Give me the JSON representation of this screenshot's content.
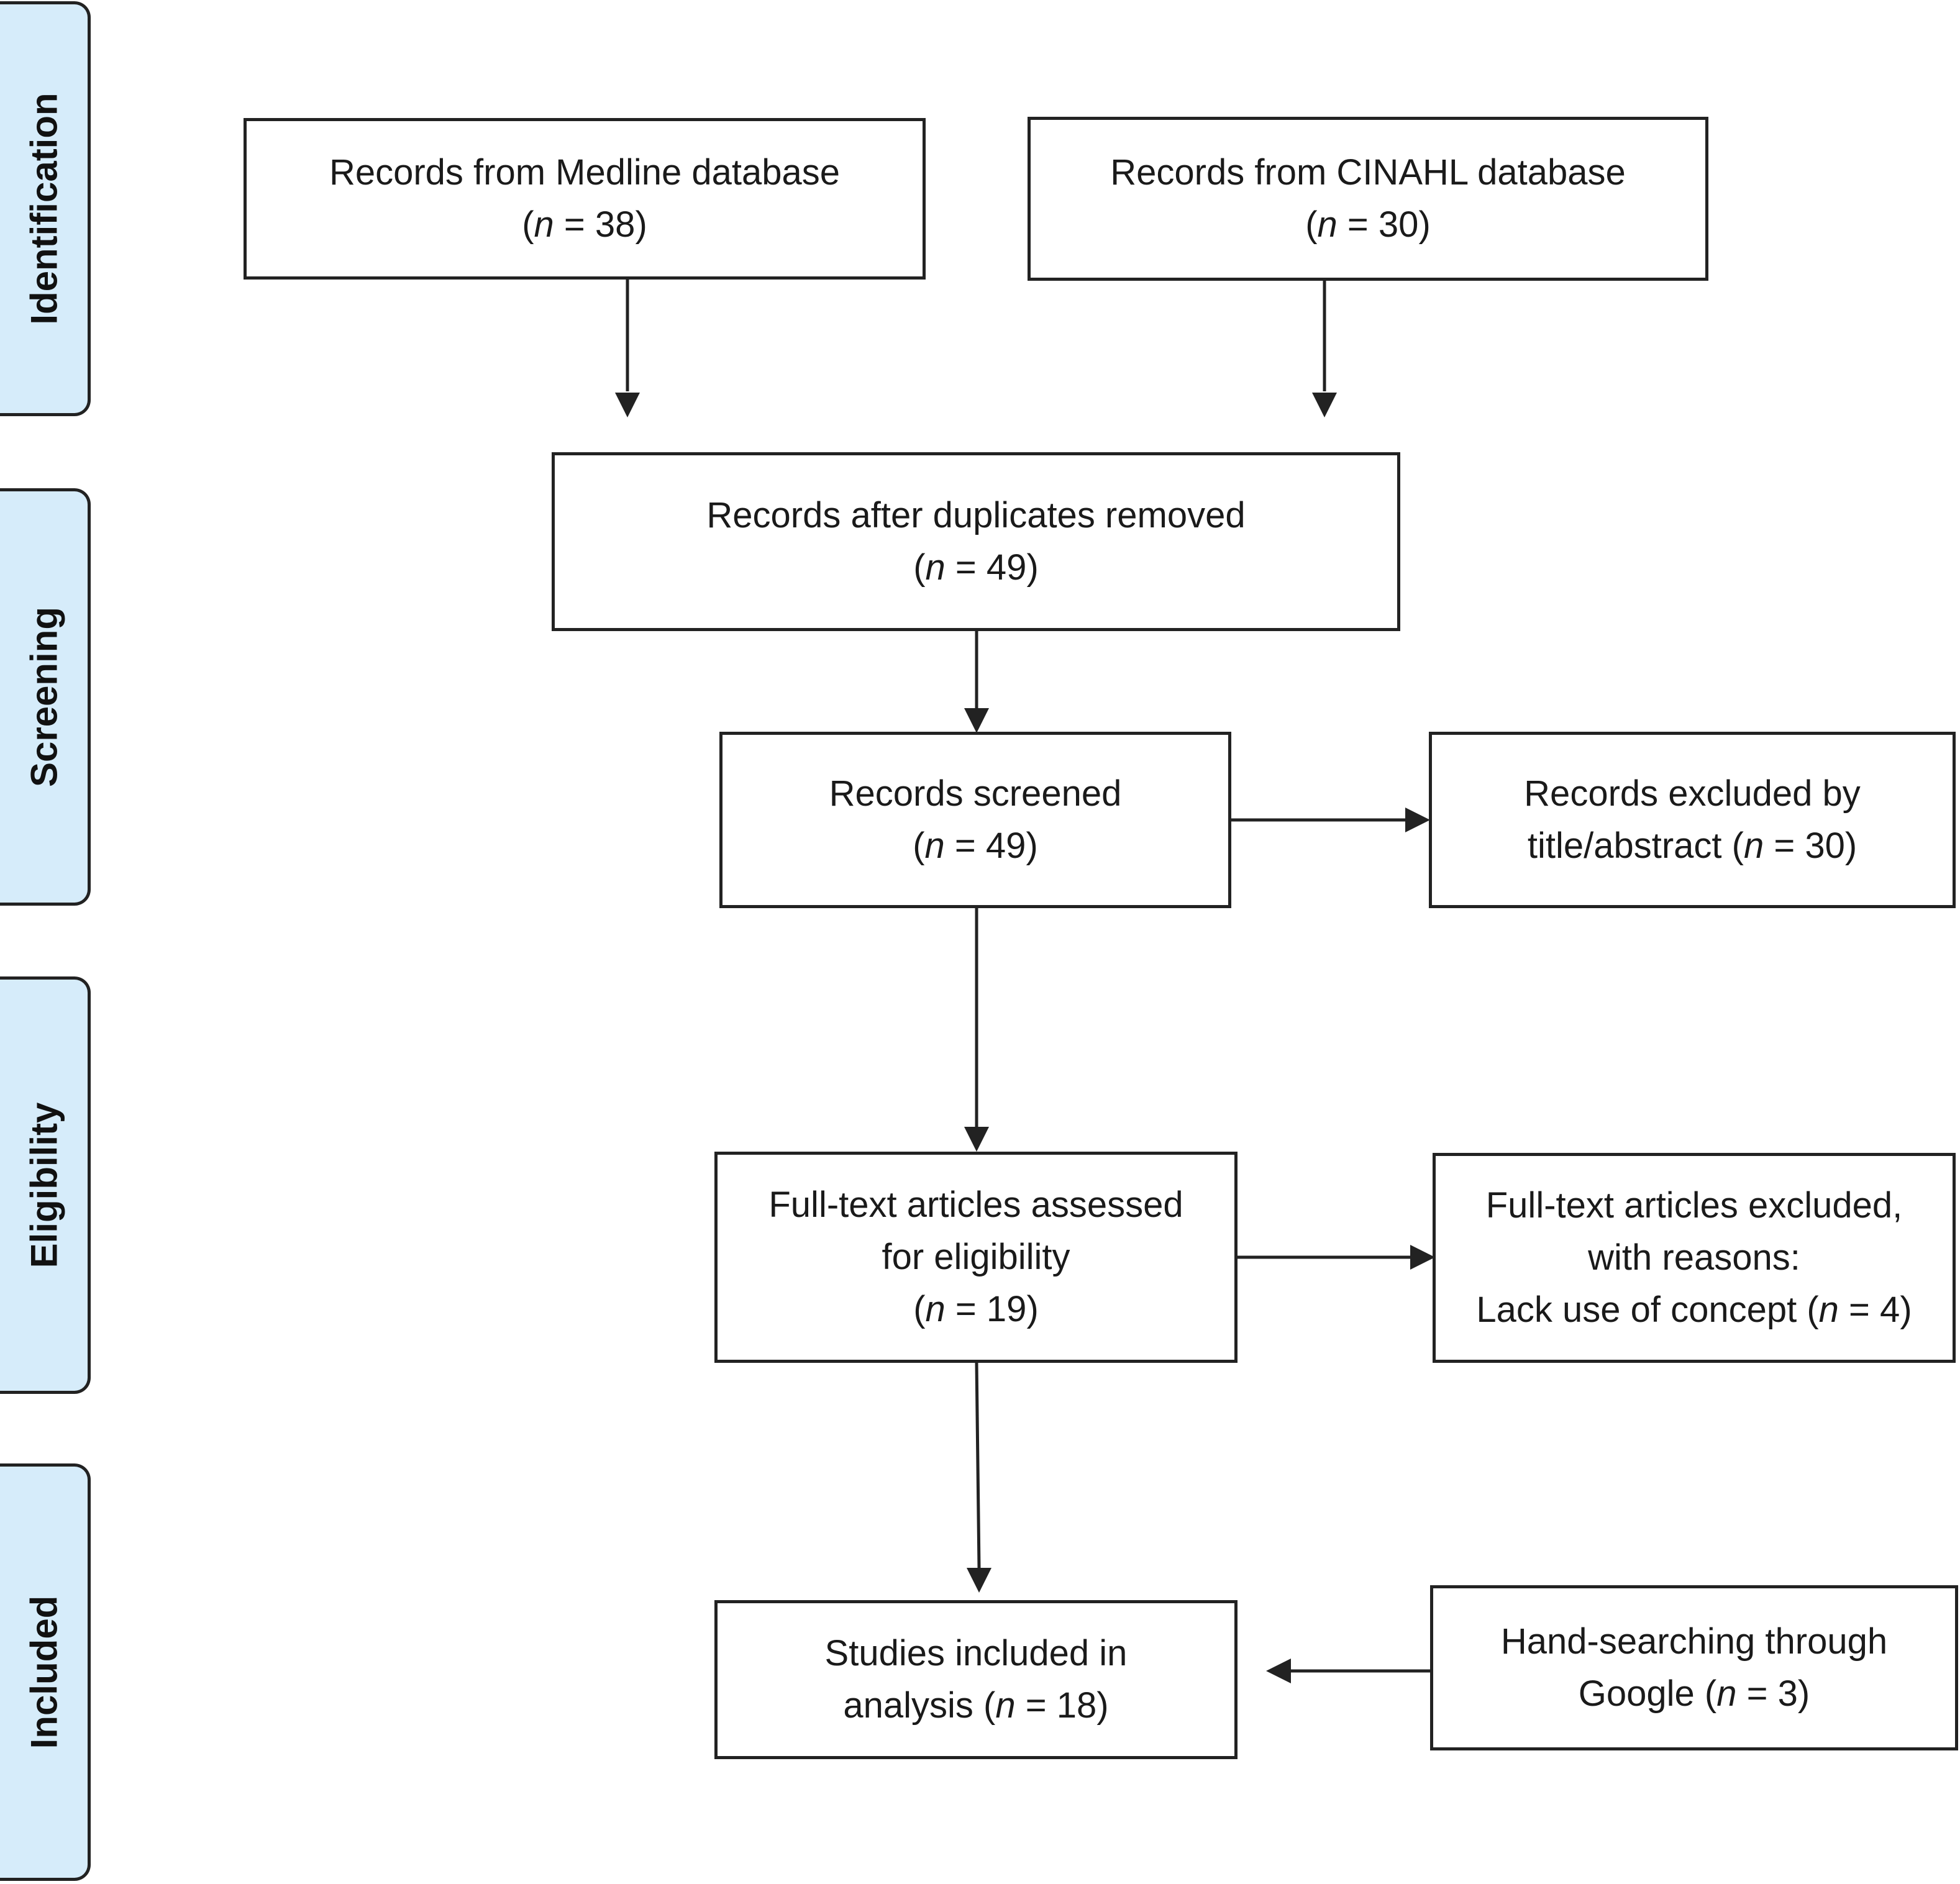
{
  "stages": [
    {
      "id": "identification",
      "label": "Identification"
    },
    {
      "id": "screening",
      "label": "Screening"
    },
    {
      "id": "eligibility",
      "label": "Eligibility"
    },
    {
      "id": "included",
      "label": "Included"
    }
  ],
  "boxes": {
    "medline": {
      "line1": "Records from Medline database",
      "n_label": "n",
      "n_value": "38"
    },
    "cinahl": {
      "line1": "Records from CINAHL database",
      "n_label": "n",
      "n_value": "30"
    },
    "duplicates_removed": {
      "line1": "Records after duplicates removed",
      "n_label": "n",
      "n_value": "49"
    },
    "screened": {
      "line1": "Records screened",
      "n_label": "n",
      "n_value": "49"
    },
    "excluded_title_abstract": {
      "line1": "Records excluded by",
      "line2_prefix": "title/abstract",
      "n_label": "n",
      "n_value": "30"
    },
    "fulltext_assessed": {
      "line1": "Full-text articles assessed",
      "line2": "for eligibility",
      "n_label": "n",
      "n_value": "19"
    },
    "fulltext_excluded": {
      "line1": "Full-text articles excluded,",
      "line2": "with reasons:",
      "line3_prefix": "Lack use of concept",
      "n_label": "n",
      "n_value": "4"
    },
    "included": {
      "line1": "Studies included in",
      "line2_prefix": "analysis",
      "n_label": "n",
      "n_value": "18"
    },
    "hand_search": {
      "line1": "Hand-searching through",
      "line2_prefix": "Google",
      "n_label": "n",
      "n_value": "3"
    }
  },
  "colors": {
    "stage_fill": "#d6ecfa",
    "stroke": "#222222",
    "text": "#1a1a1a"
  }
}
